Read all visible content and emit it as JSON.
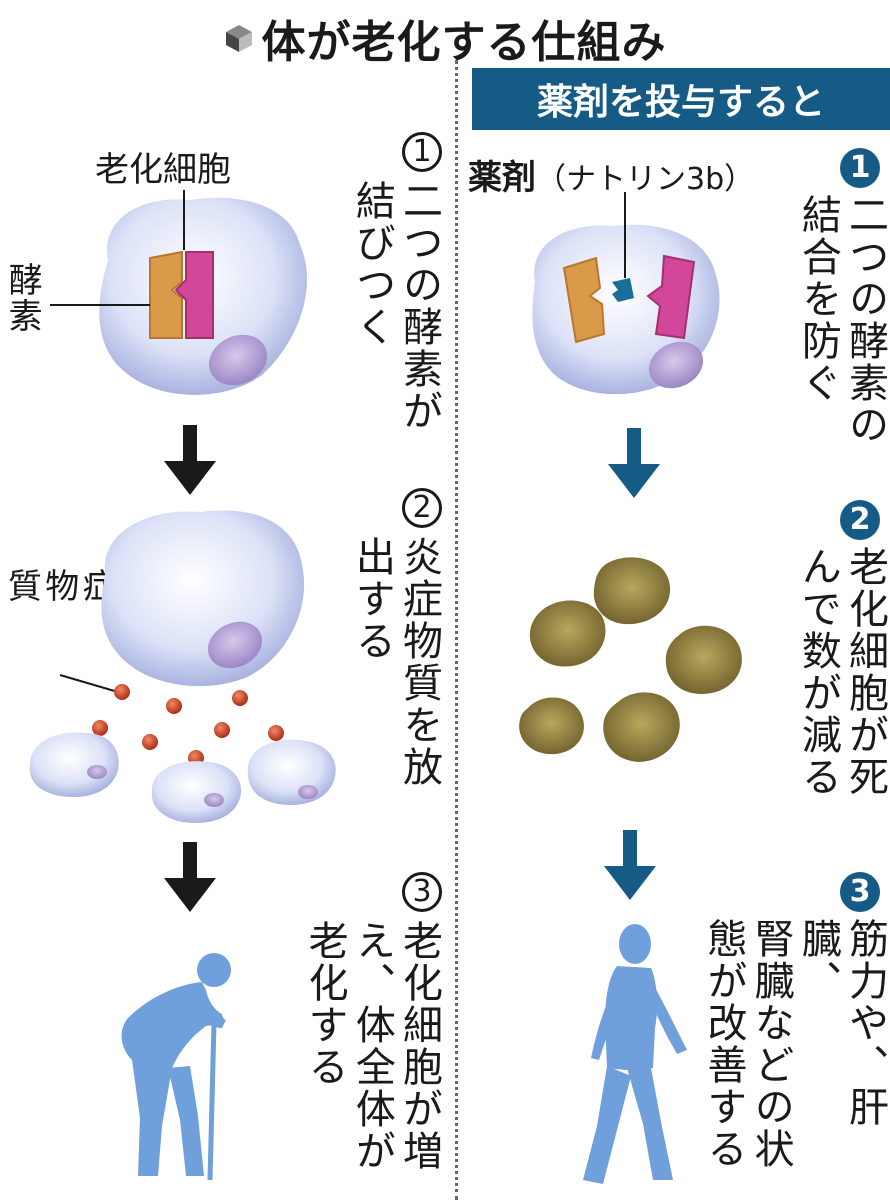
{
  "title": "体が老化する仕組み",
  "banner": "薬剤を投与すると",
  "left": {
    "cell_label": "老化細胞",
    "enzyme_label": "酵素",
    "inflammatory_label": "炎\n症\n物\n質",
    "steps": [
      {
        "num": "1",
        "text": "二つの酵素が\n結びつく"
      },
      {
        "num": "2",
        "text": "炎症物質を放\n出する"
      },
      {
        "num": "3",
        "text": "老化細胞が増\nえ、体全体が\n老化する"
      }
    ]
  },
  "right": {
    "drug_label": "薬剤",
    "drug_name": "（ナトリン3b）",
    "steps": [
      {
        "num": "1",
        "text": "二つの酵素の\n結合を防ぐ"
      },
      {
        "num": "2",
        "text": "老化細胞が死\nんで数が減る"
      },
      {
        "num": "3",
        "text": "筋力や、肝臓、\n腎臓などの状\n態が改善する"
      }
    ]
  },
  "colors": {
    "banner": "#165a86",
    "arrow_right": "#165a86",
    "arrow_left": "#1a1a1a",
    "cell": "#dfe4f8",
    "enzyme_orange": "#d99a4a",
    "enzyme_pink": "#d2479a",
    "drug_blue": "#1a6e9c",
    "inflammatory": "#c8452a",
    "dead_cell": "#8a7a3a",
    "person": "#6fa0dc"
  },
  "icons": {
    "title_icon": "cube-icon",
    "arrows": "down-arrow-icon",
    "people": "person-icon"
  }
}
